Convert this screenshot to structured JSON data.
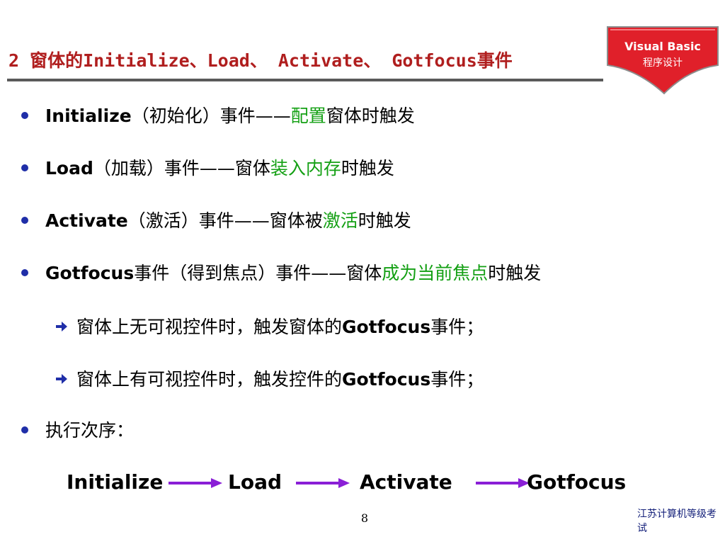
{
  "slide": {
    "title": "2 窗体的Initialize、Load、 Activate、 Gotfocus事件",
    "page_number": "8",
    "footer": "江苏计算机等级考试"
  },
  "logo": {
    "main": "Visual Basic",
    "sub": "程序设计"
  },
  "bullets": [
    {
      "name": "Initialize",
      "paren": "（初始化）事件——",
      "highlight": "配置",
      "suffix": "窗体时触发"
    },
    {
      "name": "Load",
      "paren": "（加载）事件——窗体",
      "highlight": "装入内存",
      "suffix": "时触发"
    },
    {
      "name": "Activate",
      "paren": "（激活）事件——窗体被",
      "highlight": "激活",
      "suffix": "时触发"
    },
    {
      "name": "Gotfocus",
      "paren": "事件（得到焦点）事件——窗体",
      "highlight": "成为当前焦点",
      "suffix": "时触发"
    }
  ],
  "sub_items": [
    {
      "prefix": "窗体上无可视控件时，触发窗体的",
      "bold": "Gotfocus",
      "suffix": "事件；"
    },
    {
      "prefix": "窗体上有可视控件时，触发控件的",
      "bold": "Gotfocus",
      "suffix": "事件；"
    }
  ],
  "order": {
    "label": "执行次序：",
    "steps": [
      "Initialize",
      "Load",
      "Activate",
      "Gotfocus"
    ]
  },
  "colors": {
    "title": "#b01e1e",
    "highlight": "#14a014",
    "bullet": "#1f2ea8",
    "arrow": "#8a1fd6",
    "sub_arrow": "#1f2ea8",
    "logo_red": "#e0202a"
  }
}
